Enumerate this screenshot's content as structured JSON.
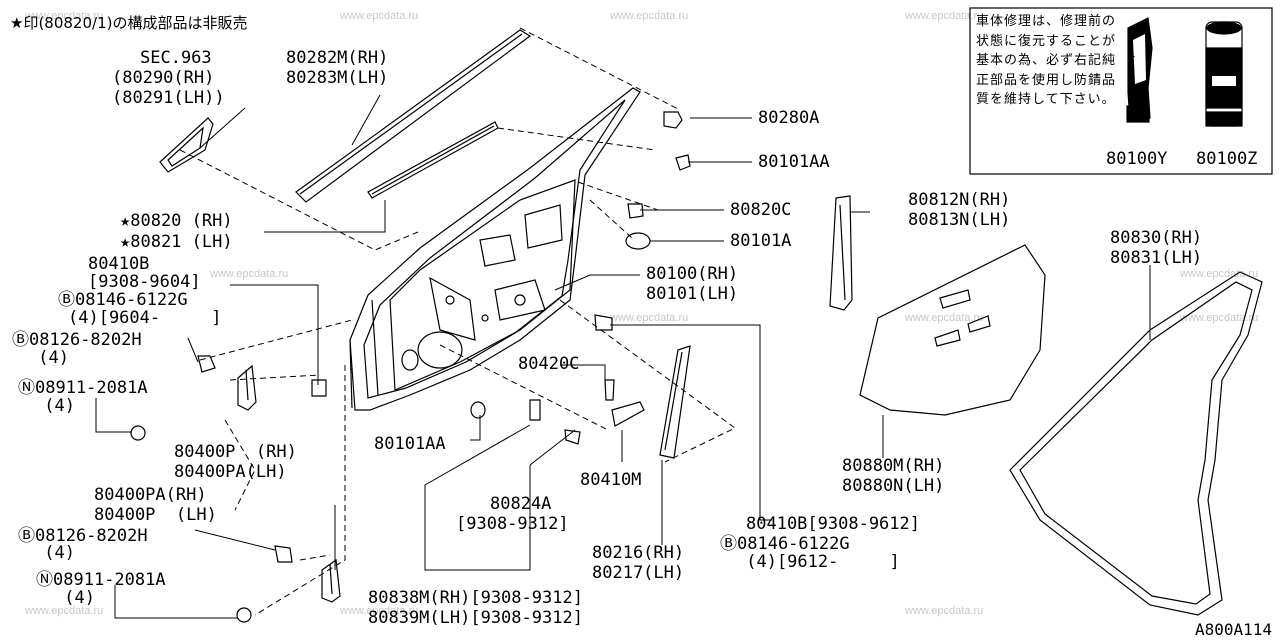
{
  "header_note": "★印(80820/1)の構成部品は非販売",
  "labels": {
    "sec963": "SEC.963",
    "p80290": "(80290(RH)",
    "p80291": "(80291(LH))",
    "p80282m": "80282M(RH)",
    "p80283m": "80283M(LH)",
    "p80280a": "80280A",
    "p80101aa_top": "80101AA",
    "p80820c": "80820C",
    "p80101a": "80101A",
    "p80820": "★80820 (RH)",
    "p80821": "★80821 (LH)",
    "p80812n": "80812N(RH)",
    "p80813n": "80813N(LH)",
    "p80830": "80830(RH)",
    "p80831": "80831(LH)",
    "p80410b": "80410B",
    "p80410b_date": "[9308-9604]",
    "p08146_a": "Ⓑ08146-6122G",
    "p08146_a_qty": "(4)[9604-     ]",
    "p08126_a": "Ⓑ08126-8202H",
    "p08126_a_qty": " (4)",
    "p08911_a": "Ⓝ08911-2081A",
    "p08911_a_qty": " (4)",
    "p80100": "80100(RH)",
    "p80101": "80101(LH)",
    "p80420c": "80420C",
    "p80101aa_bot": "80101AA",
    "p80400p": "80400P  (RH)",
    "p80400pa": "80400PA(LH)",
    "p80410m": "80410M",
    "p80824a": "80824A",
    "p80824a_date": "[9308-9312]",
    "p80880m": "80880M(RH)",
    "p80880n": "80880N(LH)",
    "p80400pa2": "80400PA(RH)",
    "p80400p2": "80400P  (LH)",
    "p08126_b": "Ⓑ08126-8202H",
    "p08126_b_qty": " (4)",
    "p80410b2": "80410B[9308-9612]",
    "p08146_b": "Ⓑ08146-6122G",
    "p08146_b_qty": " (4)[9612-     ]",
    "p80216": "80216(RH)",
    "p80217": "80217(LH)",
    "p08911_b": "Ⓝ08911-2081A",
    "p08911_b_qty": " (4)",
    "p80838m": "80838M(RH)[9308-9312]",
    "p80839m": "80839M(LH)[9308-9312]"
  },
  "note_box": {
    "text": "車体修理は、修理前の状態に復元することが基本の為、必ず右記純正部品を使用し防錆品質を維持して下さい。",
    "part_a": "80100Y",
    "part_b": "80100Z"
  },
  "watermark": "www.epcdata.ru",
  "diagram_code": "A800A114"
}
